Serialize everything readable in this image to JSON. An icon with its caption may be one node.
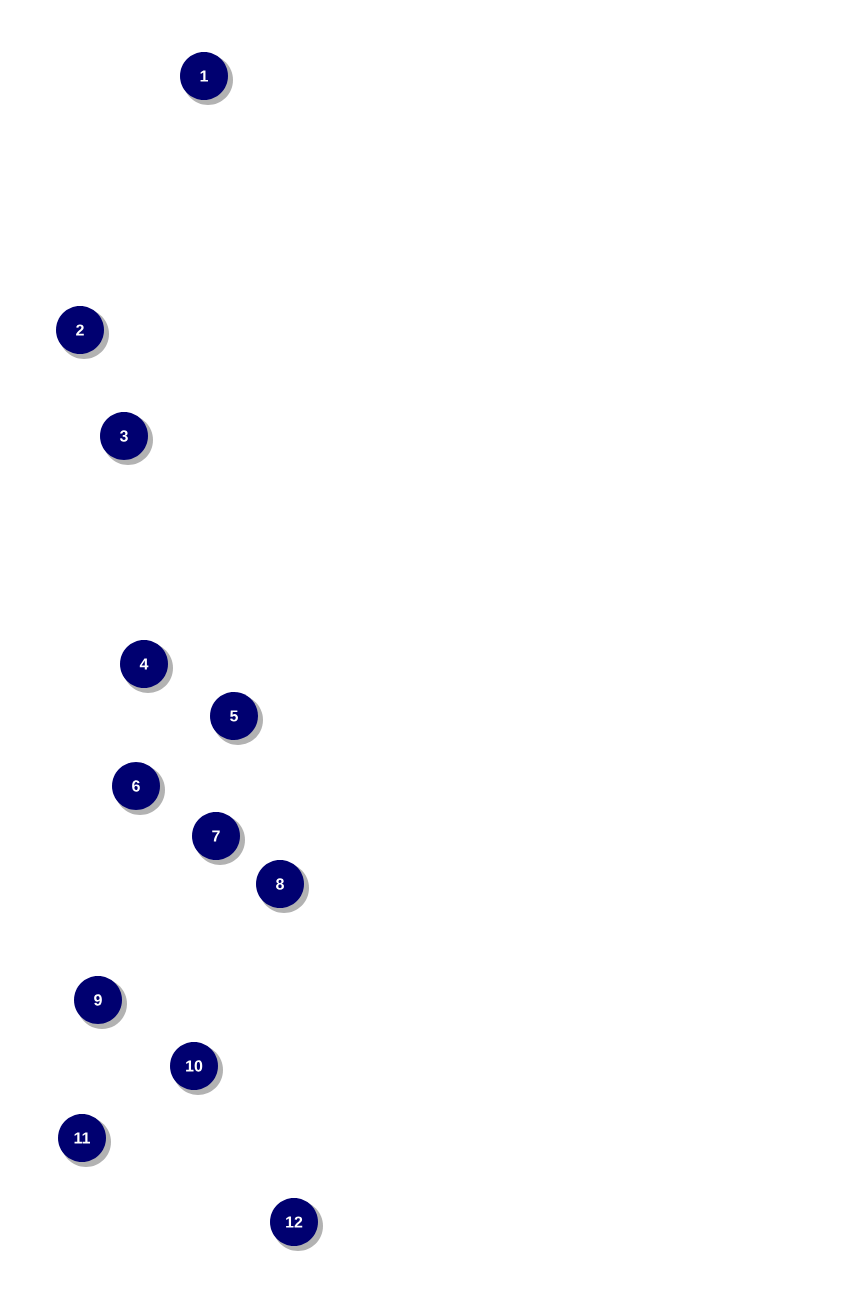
{
  "diagram": {
    "labels": [
      "1",
      "2",
      "3",
      "4",
      "5",
      "6",
      "7",
      "8",
      "9",
      "10",
      "11",
      "12"
    ]
  }
}
